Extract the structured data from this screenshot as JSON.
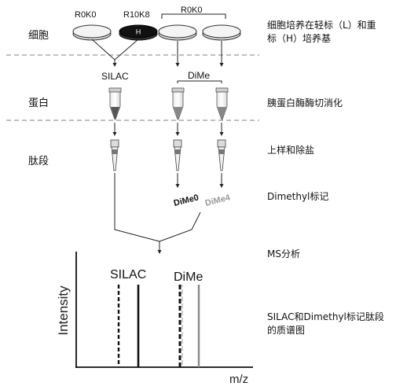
{
  "rows": {
    "cell": "细胞",
    "protein": "蛋白",
    "peptide": "肽段"
  },
  "steps": {
    "culture": "细胞培养在轻标（L）和重标（H）培养基",
    "digest": "胰蛋白酶酶切消化",
    "desalt": "上样和除盐",
    "label": "Dimethyl标记",
    "ms": "MS分析",
    "spectrum": "SILAC和Dimethyl标记肽段的质谱图"
  },
  "samples": {
    "r0k0_a": "R0K0",
    "r10k8": "R10K8",
    "r0k0_b": "R0K0",
    "heavy_mark": "H"
  },
  "methods": {
    "silac": "SILAC",
    "dime": "DiMe",
    "dime0": "DiMe0",
    "dime4": "DiMe4"
  },
  "spectrum": {
    "ylabel": "Intensity",
    "xlabel": "m/z",
    "silac": "SILAC",
    "dime": "DiMe"
  },
  "colors": {
    "dish_fill": "#f2f2f2",
    "heavy_dish": "#111111",
    "dash_line": "#9a9a9a",
    "light_peak": "#111111",
    "gray_peak": "#888888",
    "dime4_text": "#9a9a9a"
  }
}
